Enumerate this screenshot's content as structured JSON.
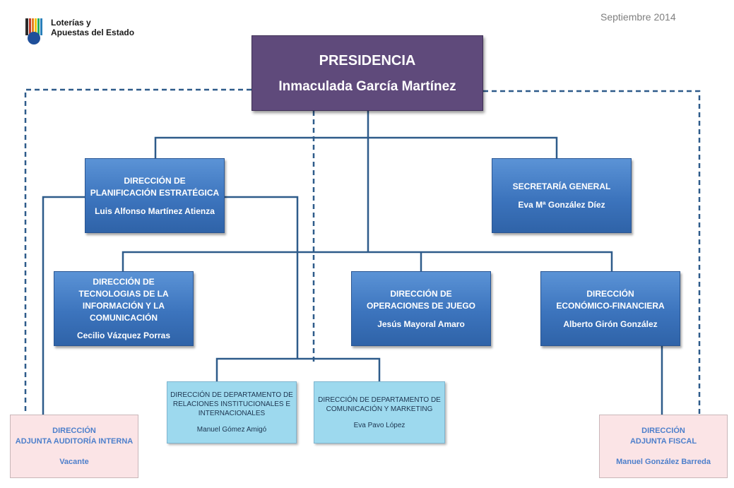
{
  "header": {
    "logo_line1": "Loterías y",
    "logo_line2": "Apuestas del Estado",
    "date": "Septiembre 2014"
  },
  "presidencia": {
    "title": "PRESIDENCIA",
    "name": "Inmaculada García Martínez"
  },
  "planificacion": {
    "title": "DIRECCIÓN DE\nPLANIFICACIÓN ESTRATÉGICA",
    "name": "Luis Alfonso Martínez Atienza"
  },
  "secretaria": {
    "title": "SECRETARÍA GENERAL",
    "name": "Eva Mª González Díez"
  },
  "tecnologias": {
    "title": "DIRECCIÓN DE\nTECNOLOGIAS DE LA\nINFORMACIÓN Y LA\nCOMUNICACIÓN",
    "name": "Cecilio Vázquez Porras"
  },
  "operaciones": {
    "title": "DIRECCIÓN DE\nOPERACIONES DE JUEGO",
    "name": "Jesús Mayoral Amaro"
  },
  "economico": {
    "title": "DIRECCIÓN\nECONÓMICO-FINANCIERA",
    "name": "Alberto Girón González"
  },
  "relaciones": {
    "title": "DIRECCIÓN DE DEPARTAMENTO DE\nRELACIONES INSTITUCIONALES E\nINTERNACIONALES",
    "name": "Manuel Gómez Amigó"
  },
  "comunicacion": {
    "title": "DIRECCIÓN DE DEPARTAMENTO DE\nCOMUNICACIÓN Y MARKETING",
    "name": "Eva Pavo López"
  },
  "auditoria": {
    "title": "DIRECCIÓN\nADJUNTA AUDITORÍA INTERNA",
    "name": "Vacante"
  },
  "fiscal": {
    "title": "DIRECCIÓN\nADJUNTA FISCAL",
    "name": "Manuel González Barreda"
  },
  "colors": {
    "presidencia": "#5f4a7b",
    "direccion": "#3c74bd",
    "departamento": "#9dd9ee",
    "adjunta": "#fbe4e6",
    "connector": "#2e5b8a"
  }
}
